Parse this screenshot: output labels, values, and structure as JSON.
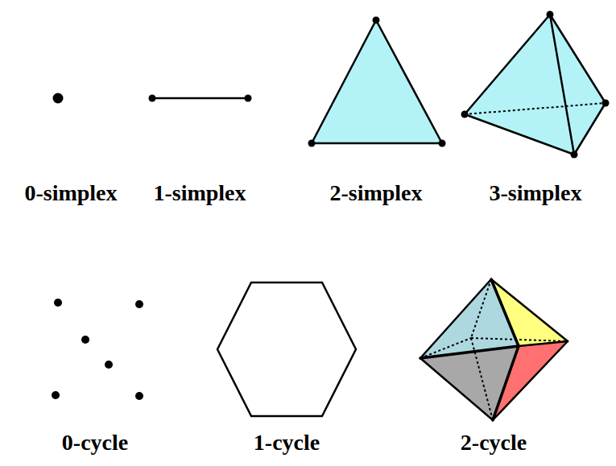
{
  "diagram": {
    "labels": [
      "0-simplex",
      "1-simplex",
      "2-simplex",
      "3-simplex",
      "0-cycle",
      "1-cycle",
      "2-cycle"
    ]
  }
}
